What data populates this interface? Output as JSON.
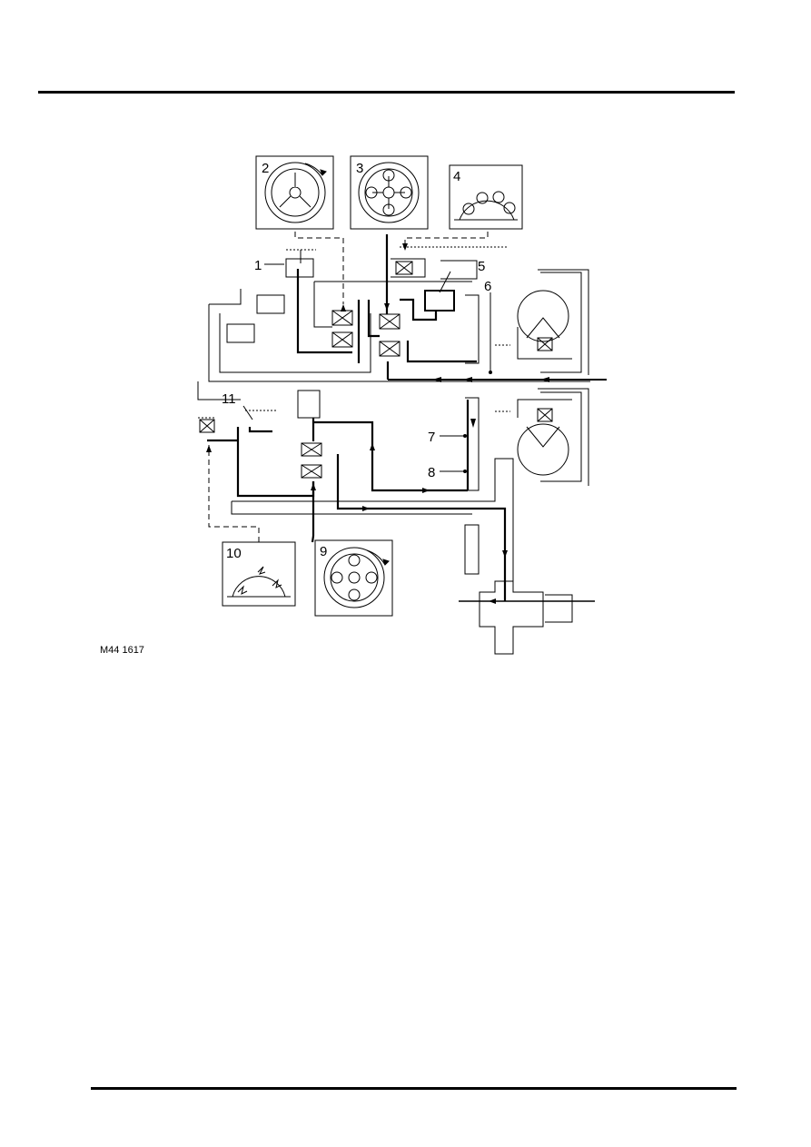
{
  "figure": {
    "reference": "M44 1617",
    "callouts": [
      "1",
      "2",
      "3",
      "4",
      "5",
      "6",
      "7",
      "8",
      "9",
      "10",
      "11"
    ]
  }
}
